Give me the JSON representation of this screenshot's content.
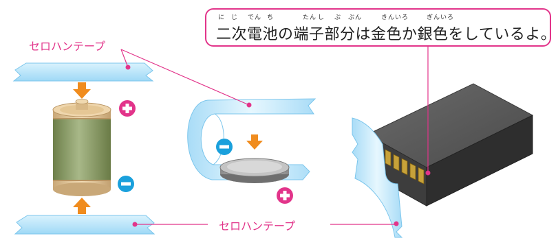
{
  "callout": {
    "text": "二次電池の端子部分は金色か銀色をしているよ。",
    "ruby": [
      {
        "text": "に",
        "key": "r1"
      },
      {
        "text": "じ",
        "key": "r2"
      },
      {
        "text": "でん",
        "key": "r3"
      },
      {
        "text": "ち",
        "key": "r4"
      },
      {
        "text": "たん",
        "key": "r5"
      },
      {
        "text": "し",
        "key": "r6"
      },
      {
        "text": "ぶ",
        "key": "r7"
      },
      {
        "text": "ぶん",
        "key": "r8"
      },
      {
        "text": "きんいろ",
        "key": "r9"
      },
      {
        "text": "ぎんいろ",
        "key": "r10"
      }
    ]
  },
  "labels": {
    "tape_top": "セロハンテープ",
    "tape_bottom": "セロハンテープ"
  },
  "colors": {
    "accent": "#e2348a",
    "arrow": "#f08c1e",
    "tape": "#bfe8fb",
    "plus_badge": "#e2348a",
    "minus_badge": "#1aa0dc"
  },
  "icons": {
    "plus": "plus-badge-icon",
    "minus": "minus-badge-icon"
  }
}
